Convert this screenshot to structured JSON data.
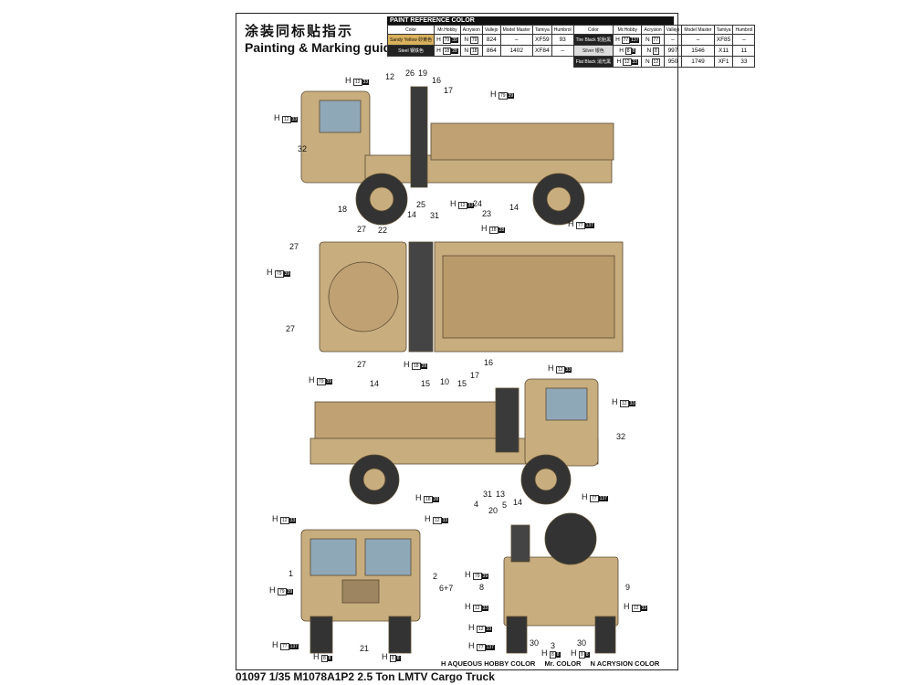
{
  "header": {
    "title_cn": "涂装同标贴指示",
    "title_en": "Painting & Marking guide"
  },
  "paint_table": {
    "title": "PAINT  REFERENCE COLOR",
    "columns": [
      "Color",
      "Mr.Hobby",
      "Acrysion",
      "Vallejo",
      "Model Master",
      "Tamiya",
      "Humbrol"
    ],
    "left_rows": [
      {
        "color": "Sandy Yellow 砂黄色",
        "swatch": "#d9b15c",
        "h": "79",
        "mr": "39",
        "n": "79",
        "vallejo": "824",
        "model_master": "–",
        "tamiya": "XF59",
        "humbrol": "93"
      },
      {
        "color": "Steel 钢铁色",
        "swatch": "#222222",
        "h": "18",
        "mr": "28",
        "n": "18",
        "vallejo": "864",
        "model_master": "1402",
        "tamiya": "XF84",
        "humbrol": "–"
      }
    ],
    "right_rows": [
      {
        "color": "Tire Black 轮胎黑",
        "swatch": "#222222",
        "h": "77",
        "mr": "137",
        "n": "77",
        "vallejo": "–",
        "model_master": "–",
        "tamiya": "XF85",
        "humbrol": "–"
      },
      {
        "color": "Silver 银色",
        "swatch": "#dddddd",
        "h": "8",
        "mr": "8",
        "n": "8",
        "vallejo": "997",
        "model_master": "1546",
        "tamiya": "X11",
        "humbrol": "11"
      },
      {
        "color": "Flat Black 消光黑",
        "swatch": "#222222",
        "h": "12",
        "mr": "33",
        "n": "12",
        "vallejo": "950",
        "model_master": "1749",
        "tamiya": "XF1",
        "humbrol": "33"
      }
    ]
  },
  "callouts": [
    {
      "t": "H",
      "h": "12",
      "mr": "33"
    },
    {
      "t": "12"
    },
    {
      "t": "26"
    },
    {
      "t": "19"
    },
    {
      "t": "16"
    },
    {
      "t": "17"
    },
    {
      "t": "H",
      "h": "79",
      "mr": "39"
    },
    {
      "t": "H",
      "h": "12",
      "mr": "33"
    },
    {
      "t": "32"
    },
    {
      "t": "18"
    },
    {
      "t": "22"
    },
    {
      "t": "14"
    },
    {
      "t": "25"
    },
    {
      "t": "31"
    },
    {
      "t": "H",
      "h": "12",
      "mr": "33"
    },
    {
      "t": "24"
    },
    {
      "t": "23"
    },
    {
      "t": "14"
    },
    {
      "t": "H",
      "h": "18",
      "mr": "28"
    },
    {
      "t": "H",
      "h": "77",
      "mr": "137"
    },
    {
      "t": "27"
    },
    {
      "t": "27"
    },
    {
      "t": "H",
      "h": "79",
      "mr": "39"
    },
    {
      "t": "27"
    },
    {
      "t": "27"
    },
    {
      "t": "H",
      "h": "18",
      "mr": "28"
    },
    {
      "t": "16"
    },
    {
      "t": "H",
      "h": "12",
      "mr": "33"
    },
    {
      "t": "H",
      "h": "79",
      "mr": "39"
    },
    {
      "t": "14"
    },
    {
      "t": "15"
    },
    {
      "t": "10"
    },
    {
      "t": "15"
    },
    {
      "t": "17"
    },
    {
      "t": "H",
      "h": "12",
      "mr": "33"
    },
    {
      "t": "32"
    },
    {
      "t": "H",
      "h": "18",
      "mr": "28"
    },
    {
      "t": "4"
    },
    {
      "t": "31"
    },
    {
      "t": "20"
    },
    {
      "t": "13"
    },
    {
      "t": "5"
    },
    {
      "t": "14"
    },
    {
      "t": "H",
      "h": "77",
      "mr": "137"
    },
    {
      "t": "H",
      "h": "12",
      "mr": "33"
    },
    {
      "t": "H",
      "h": "12",
      "mr": "33"
    },
    {
      "t": "1"
    },
    {
      "t": "H",
      "h": "79",
      "mr": "39"
    },
    {
      "t": "2"
    },
    {
      "t": "6+7"
    },
    {
      "t": "H",
      "h": "77",
      "mr": "137"
    },
    {
      "t": "21"
    },
    {
      "t": "H",
      "h": "8",
      "mr": "8"
    },
    {
      "t": "H",
      "h": "8",
      "mr": "8"
    },
    {
      "t": "H",
      "h": "79",
      "mr": "39"
    },
    {
      "t": "8"
    },
    {
      "t": "9"
    },
    {
      "t": "H",
      "h": "12",
      "mr": "33"
    },
    {
      "t": "H",
      "h": "12",
      "mr": "33"
    },
    {
      "t": "H",
      "h": "12",
      "mr": "33"
    },
    {
      "t": "H",
      "h": "77",
      "mr": "137"
    },
    {
      "t": "30"
    },
    {
      "t": "3"
    },
    {
      "t": "30"
    },
    {
      "t": "H",
      "h": "8",
      "mr": "8"
    },
    {
      "t": "H",
      "h": "8",
      "mr": "8"
    }
  ],
  "legend": {
    "aqueous": "H AQUEOUS HOBBY COLOR",
    "mr": "Mr. COLOR",
    "acrysion": "N ACRYSION COLOR"
  },
  "footer": "01097 1/35  M1078A1P2 2.5 Ton LMTV Cargo Truck"
}
